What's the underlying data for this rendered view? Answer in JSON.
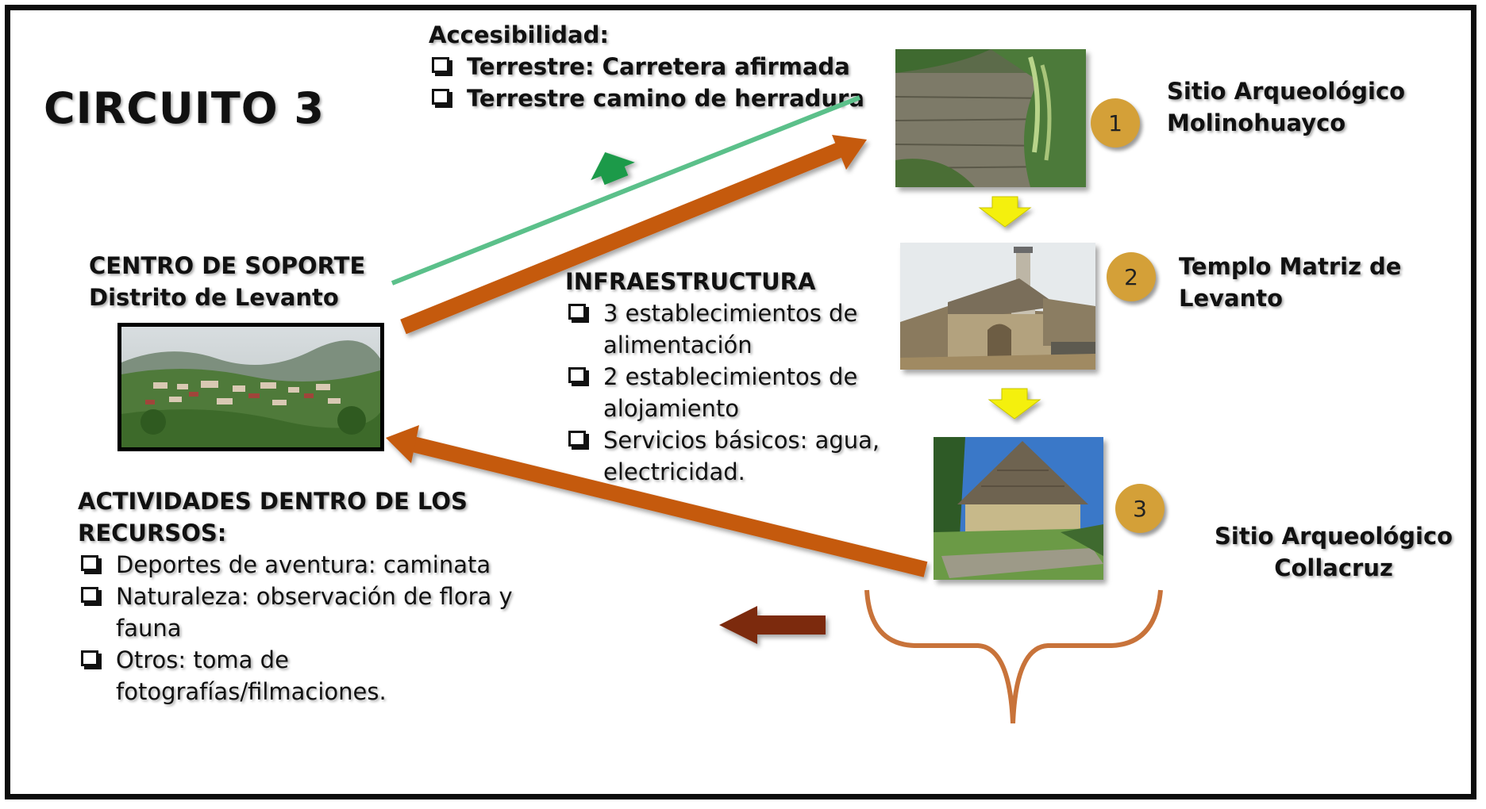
{
  "title": "CIRCUITO 3",
  "accesibilidad": {
    "heading": "Accesibilidad:",
    "items": [
      "Terrestre: Carretera afirmada",
      "Terrestre camino de herradura"
    ]
  },
  "centro": {
    "line1": "CENTRO DE SOPORTE",
    "line2": "Distrito de Levanto"
  },
  "infraestructura": {
    "heading": "INFRAESTRUCTURA",
    "items": [
      " 3 establecimientos de alimentación",
      "2 establecimientos de alojamiento",
      "Servicios básicos: agua, electricidad."
    ]
  },
  "actividades": {
    "heading_line1": "ACTIVIDADES DENTRO DE LOS",
    "heading_line2": "RECURSOS:",
    "items": [
      "Deportes de aventura: caminata",
      "Naturaleza: observación de flora y fauna",
      "Otros: toma de fotografías/filmaciones."
    ]
  },
  "sites": [
    {
      "number": "1",
      "line1": "Sitio Arqueológico",
      "line2": "Molinohuayco"
    },
    {
      "number": "2",
      "line1": "Templo Matriz de",
      "line2": "Levanto"
    },
    {
      "number": "3",
      "line1": "Sitio Arqueológico",
      "line2": "Collacruz"
    }
  ],
  "colors": {
    "route_orange": "#c55a11",
    "route_green": "#5bc08a",
    "green_arrow": "#1a9a4a",
    "yellow_arrow": "#f4f00a",
    "dark_arrow": "#7b2a10",
    "badge": "#d4a038",
    "brace": "#c8733a"
  }
}
